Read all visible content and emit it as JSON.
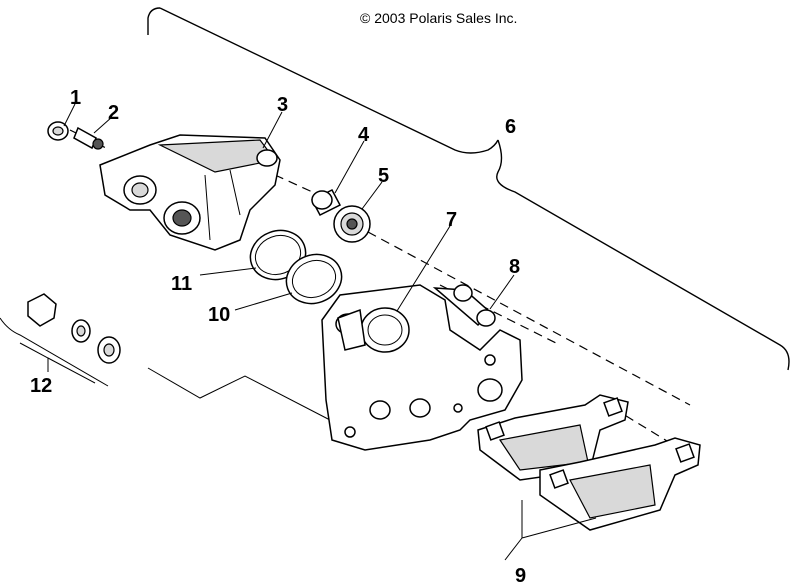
{
  "diagram": {
    "copyright": "© 2003 Polaris Sales Inc.",
    "callouts": [
      "1",
      "2",
      "3",
      "4",
      "5",
      "6",
      "7",
      "8",
      "9",
      "10",
      "11",
      "12"
    ]
  }
}
